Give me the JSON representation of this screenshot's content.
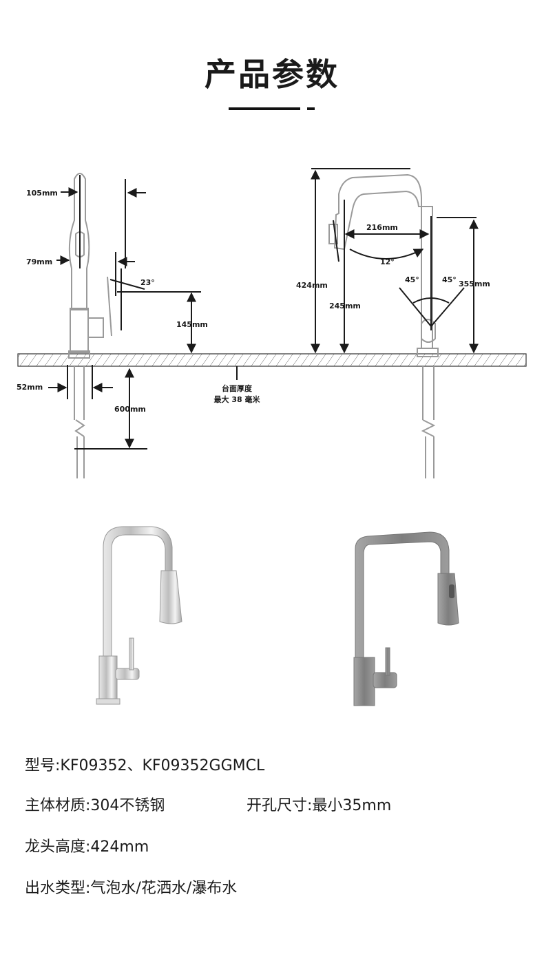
{
  "header": {
    "title": "产品参数"
  },
  "dimensions": {
    "top_width": "105mm",
    "handle_width": "79mm",
    "handle_angle": "23°",
    "handle_height": "145mm",
    "base_diameter": "52mm",
    "hose_length": "600mm",
    "counter_line1": "台面厚度",
    "counter_line2": "最大 38 毫米",
    "total_height": "424mm",
    "reach": "216mm",
    "spout_angle": "12°",
    "spout_height": "245mm",
    "swivel_left": "45°",
    "swivel_right": "45°",
    "body_height": "355mm"
  },
  "specs": {
    "model": "型号:KF09352、KF09352GGMCL",
    "material": "主体材质:304不锈钢",
    "hole": "开孔尺寸:最小35mm",
    "height": "龙头高度:424mm",
    "outlet": "出水类型:气泡水/花洒水/瀑布水"
  },
  "colors": {
    "line": "#1a1a1a",
    "faucet_outline": "#9a9a9a",
    "chrome": "#c8c8c8",
    "brushed": "#8e8e8e"
  }
}
